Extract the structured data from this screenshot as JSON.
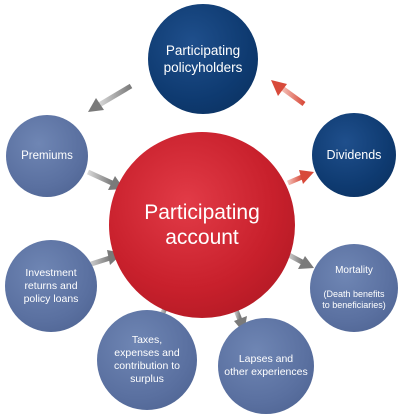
{
  "center": {
    "label": "Participating\naccount"
  },
  "participating_policyholders": {
    "label": "Participating\npolicyholders"
  },
  "dividends": {
    "label": "Dividends"
  },
  "premiums": {
    "label": "Premiums"
  },
  "investment": {
    "label": "Investment\nreturns and\npolicy loans"
  },
  "mortality": {
    "label": "Mortality",
    "sublabel": "(Death benefits\nto beneficiaries)"
  },
  "taxes": {
    "label": "Taxes,\nexpenses and\ncontribution to\nsurplus"
  },
  "lapses": {
    "label": "Lapses and\nother experiences"
  },
  "colors": {
    "center_red": "#c8202c",
    "dark_blue": "#0e3a70",
    "medium_blue": "#5a70a0",
    "arrow_gray": "#808080",
    "arrow_red": "#e05a4a"
  }
}
